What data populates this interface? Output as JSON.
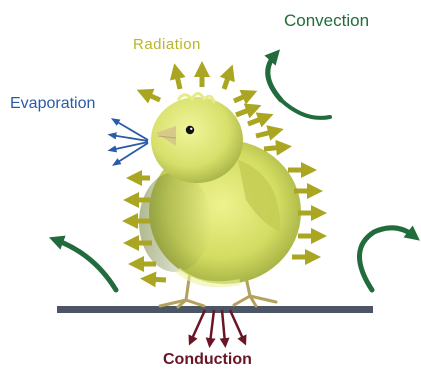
{
  "labels": {
    "radiation": "Radiation",
    "convection": "Convection",
    "evaporation": "Evaporation",
    "conduction": "Conduction"
  },
  "colors": {
    "radiation": "#b9b52a",
    "radiation_arrow": "#aaa621",
    "convection": "#226b3c",
    "evaporation": "#2a5ba8",
    "conduction": "#6a1526",
    "ground": "#4c5563",
    "chick_body": "#d6de66"
  },
  "icons": {
    "subject": "chick-icon",
    "radiation_arrows": "arrow-icon",
    "convection_arrows": "curved-arrow-icon"
  }
}
